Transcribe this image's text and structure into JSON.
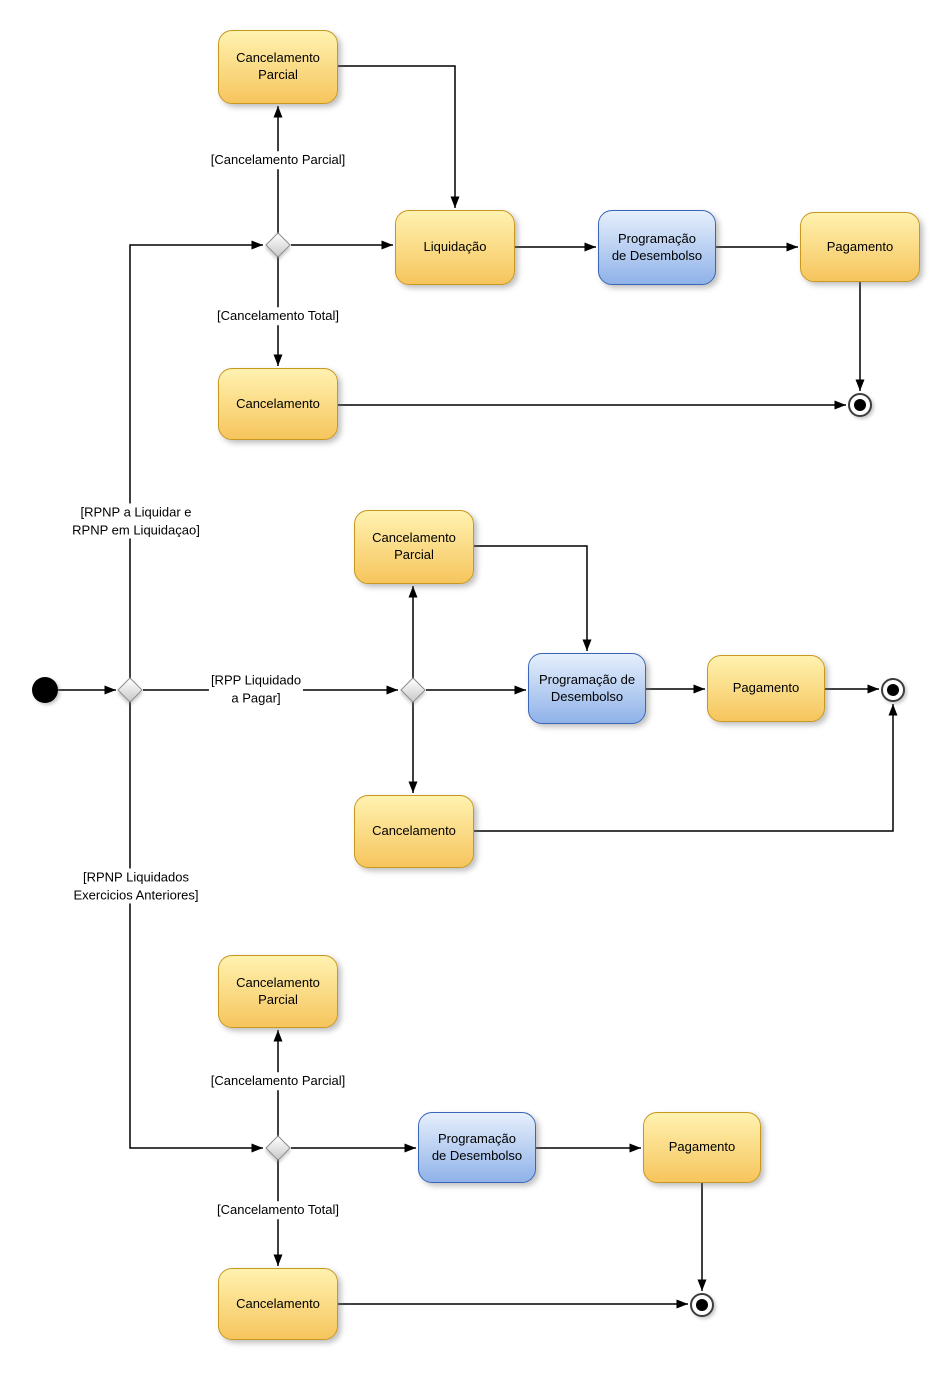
{
  "diagram": {
    "colors": {
      "activity_fill_top": "#FFF2B0",
      "activity_fill_bottom": "#F6C55D",
      "activity_border": "#C9981F",
      "object_fill_top": "#E6EFFC",
      "object_fill_bottom": "#8FB2E8",
      "object_border": "#3A66B8",
      "decision_fill_top": "#FFFFFF",
      "decision_fill_bottom": "#C9C9C9",
      "decision_border": "#8A8A8A",
      "edge": "#000000"
    },
    "top": {
      "cancelamento_parcial": "Cancelamento\nParcial",
      "liquidacao": "Liquidação",
      "programacao_desembolso": "Programação\nde Desembolso",
      "pagamento": "Pagamento",
      "cancelamento": "Cancelamento",
      "label_cancelamento_parcial": "[Cancelamento Parcial]",
      "label_cancelamento_total": "[Cancelamento Total]"
    },
    "middle": {
      "cancelamento_parcial": "Cancelamento\nParcial",
      "programacao_desembolso": "Programação de\nDesembolso",
      "pagamento": "Pagamento",
      "cancelamento": "Cancelamento",
      "label_rpnp_liquidar": "[RPNP a Liquidar e\nRPNP em Liquidaçao]",
      "label_rpp_liquidado": "[RPP Liquidado\na Pagar]",
      "label_rpnp_liquidados": "[RPNP Liquidados\nExercicios Anteriores]"
    },
    "bottom": {
      "cancelamento_parcial": "Cancelamento\nParcial",
      "programacao_desembolso": "Programação\nde Desembolso",
      "pagamento": "Pagamento",
      "cancelamento": "Cancelamento",
      "label_cancelamento_parcial": "[Cancelamento Parcial]",
      "label_cancelamento_total": "[Cancelamento Total]"
    }
  }
}
